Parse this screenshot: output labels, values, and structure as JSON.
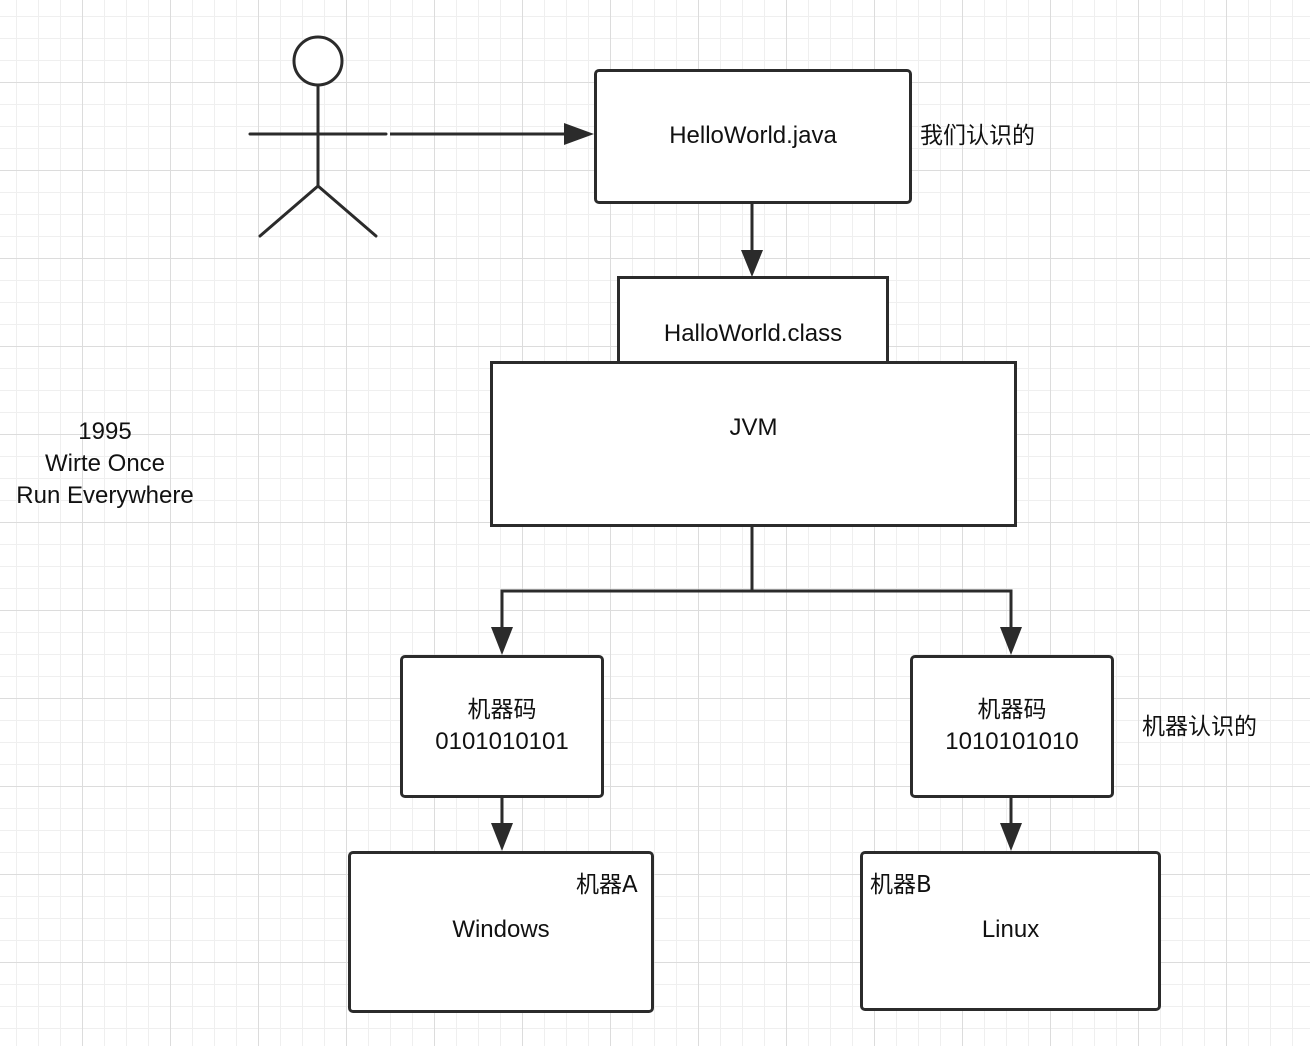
{
  "nodes": {
    "source_file": "HelloWorld.java",
    "class_file": "HalloWorld.class",
    "jvm": "JVM",
    "machine_code_a_title": "机器码",
    "machine_code_a_value": "0101010101",
    "machine_code_b_title": "机器码",
    "machine_code_b_value": "1010101010",
    "windows": "Windows",
    "linux": "Linux"
  },
  "annotations": {
    "human_readable": "我们认识的",
    "machine_readable": "机器认识的",
    "machine_a": "机器A",
    "machine_b": "机器B",
    "year": "1995",
    "slogan_line1": "Wirte Once",
    "slogan_line2": "Run Everywhere"
  },
  "colors": {
    "stroke": "#2b2b2b",
    "text": "#111111",
    "grid_major": "#dcdcdc",
    "grid_minor": "#efefef"
  }
}
